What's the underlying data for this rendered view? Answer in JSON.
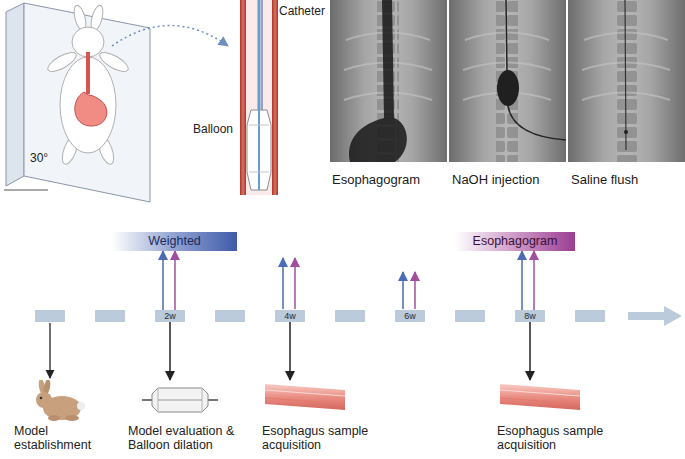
{
  "diagram": {
    "nodes": [
      {
        "text": [
          "Weighted"
        ]
      },
      {
        "text": [
          "Esophagogram"
        ]
      },
      {
        "text": [
          "2w"
        ]
      },
      {
        "text": [
          "4w"
        ]
      },
      {
        "text": [
          "6w"
        ]
      },
      {
        "text": [
          "8w"
        ]
      },
      {
        "text": [
          "Model establishment"
        ]
      },
      {
        "text": [
          "Model evaluation & Balloon dilation"
        ]
      },
      {
        "text": [
          "Esophagus sample acquisition"
        ]
      },
      {
        "text": [
          "Esophagus sample acquisition"
        ]
      }
    ],
    "edges": [
      {
        "from": 2,
        "to": 0,
        "arrow": "to"
      },
      {
        "from": 2,
        "to": 0,
        "arrow": "to"
      },
      {
        "from": 5,
        "to": 1,
        "arrow": "to"
      },
      {
        "from": 5,
        "to": 1,
        "arrow": "to"
      },
      {
        "from": 2,
        "to": 7,
        "arrow": "to"
      },
      {
        "from": 3,
        "to": 8,
        "arrow": "to"
      },
      {
        "from": 5,
        "to": 9,
        "arrow": "to"
      }
    ],
    "labels": [
      "30°",
      "Catheter",
      "Balloon",
      "Esophagogram",
      "NaOH injection",
      "Saline flush"
    ]
  }
}
